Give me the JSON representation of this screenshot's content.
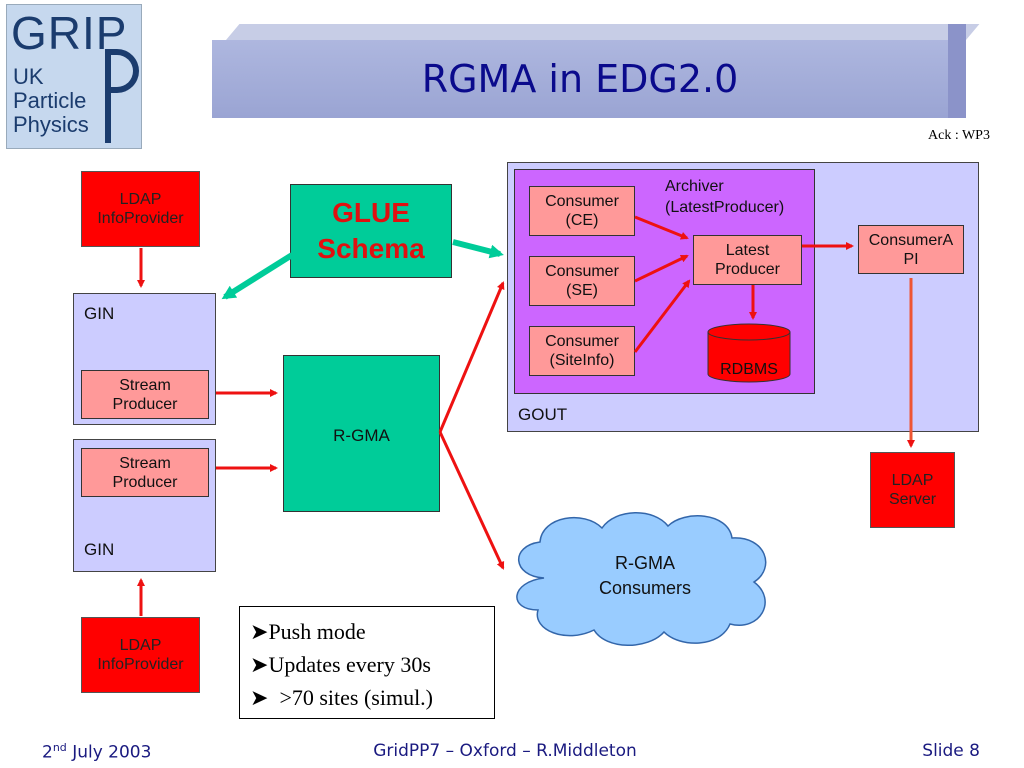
{
  "logo": {
    "big": "GRIP",
    "lines": [
      "UK",
      "Particle",
      "Physics"
    ]
  },
  "title": "RGMA in EDG2.0",
  "ack": "Ack : WP3",
  "ldap_top": [
    "LDAP",
    "InfoProvider"
  ],
  "ldap_bottom": [
    "LDAP",
    "InfoProvider"
  ],
  "gin_top": "GIN",
  "gin_bottom": "GIN",
  "stream_top": [
    "Stream",
    "Producer"
  ],
  "stream_bottom": [
    "Stream",
    "Producer"
  ],
  "glue": [
    "GLUE",
    "Schema"
  ],
  "rgma": "R-GMA",
  "gout": "GOUT",
  "archiver": [
    "Archiver",
    "(LatestProducer)"
  ],
  "consumer_ce": [
    "Consumer",
    "(CE)"
  ],
  "consumer_se": [
    "Consumer",
    "(SE)"
  ],
  "consumer_site": [
    "Consumer",
    "(SiteInfo)"
  ],
  "latest": [
    "Latest",
    "Producer"
  ],
  "rdbms": "RDBMS",
  "consumer_api": [
    "ConsumerA",
    "PI"
  ],
  "ldap_server": [
    "LDAP",
    "Server"
  ],
  "cloud": [
    "R-GMA",
    "Consumers"
  ],
  "bullets": [
    "Push mode",
    "Updates every 30s",
    " >70 sites (simul.)"
  ],
  "footer": {
    "date_prefix": "2",
    "date_sup": "nd",
    "date_rest": " July 2003",
    "center": "GridPP7 – Oxford – R.Middleton",
    "slide": "Slide 8"
  },
  "colors": {
    "red": "#ff0000",
    "pink": "#ff9999",
    "green": "#00cc99",
    "lavender": "#ccccff",
    "purple": "#cc66ff",
    "cloud": "#99ccff",
    "arrow_red": "#ee1111",
    "arrow_green": "#00cc99"
  }
}
